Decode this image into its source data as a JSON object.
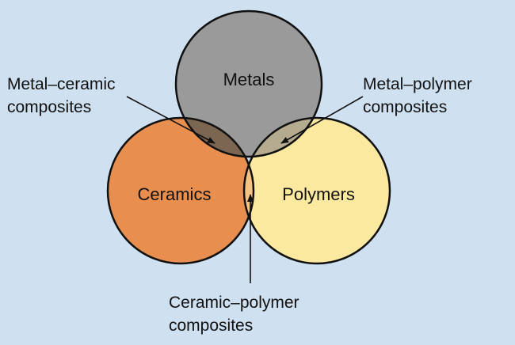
{
  "background_color": "#cfe0f0",
  "circles": {
    "metals": {
      "label": "Metals",
      "color": "#9a9a9a"
    },
    "ceramics": {
      "label": "Ceramics",
      "color": "#e88f50"
    },
    "polymers": {
      "label": "Polymers",
      "color": "#fce9a0"
    }
  },
  "overlap_colors": {
    "metal_ceramic": "#7b6652",
    "metal_polymer": "#b5ab8e",
    "ceramic_polymer": "#f6c383"
  },
  "annotations": {
    "metal_ceramic": {
      "line1": "Metal–ceramic",
      "line2": "composites"
    },
    "metal_polymer": {
      "line1": "Metal–polymer",
      "line2": "composites"
    },
    "ceramic_polymer": {
      "line1": "Ceramic–polymer",
      "line2": "composites"
    }
  }
}
